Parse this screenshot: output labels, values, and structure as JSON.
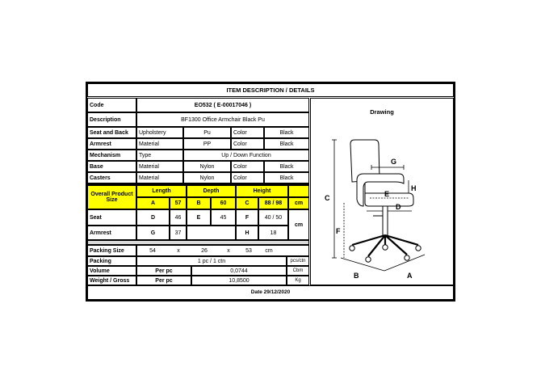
{
  "header": {
    "title": "ITEM DESCRIPTION / DETAILS"
  },
  "code": {
    "label": "Code",
    "value": "EO532  ( E-00017046 )"
  },
  "drawing": {
    "label": "Drawing",
    "letters": {
      "A": "A",
      "B": "B",
      "C": "C",
      "D": "D",
      "E": "E",
      "F": "F",
      "G": "G",
      "H": "H"
    }
  },
  "description": {
    "label": "Description",
    "value": "BF1300 Office Armchair Black Pu"
  },
  "materials": [
    {
      "part": "Seat and Back",
      "type": "Upholstery",
      "value": "Pu",
      "color_label": "Color",
      "color": "Black"
    },
    {
      "part": "Armrest",
      "type": "Material",
      "value": "PP",
      "color_label": "Color",
      "color": "Black"
    },
    {
      "part": "Mechanism",
      "type": "Type",
      "value": "Up / Down Function",
      "color_label": "",
      "color": ""
    },
    {
      "part": "Base",
      "type": "Material",
      "value": "Nylon",
      "color_label": "Color",
      "color": "Black"
    },
    {
      "part": "Casters",
      "type": "Material",
      "value": "Nylon",
      "color_label": "Color",
      "color": "Black"
    }
  ],
  "dimensions": {
    "overall_label": "Overall Product Size",
    "length_label": "Length",
    "depth_label": "Depth",
    "height_label": "Height",
    "a_label": "A",
    "a_value": "57",
    "b_label": "B",
    "b_value": "60",
    "c_label": "C",
    "c_value": "88 / 98",
    "unit_cm": "cm",
    "seat_label": "Seat",
    "d_label": "D",
    "d_value": "46",
    "e_label": "E",
    "e_value": "45",
    "f_label": "F",
    "f_value": "40 / 50",
    "armrest_label": "Armrest",
    "g_label": "G",
    "g_value": "37",
    "h_label": "H",
    "h_value": "18",
    "unit_cm2": "cm"
  },
  "packing": {
    "size_label": "Packing Size",
    "l": "54",
    "x1": "x",
    "w": "26",
    "x2": "x",
    "h": "53",
    "unit": "cm",
    "packing_label": "Packing",
    "packing_value": "1 pc / 1 ctn",
    "packing_unit": "pcs/ctn",
    "volume_label": "Volume",
    "volume_per": "Per pc",
    "volume_value": "0,0744",
    "volume_unit": "Cbm",
    "weight_label": "Weight / Gross",
    "weight_per": "Per pc",
    "weight_value": "10,8500",
    "weight_unit": "Kg"
  },
  "footer": {
    "date": "Date 29/12/2020"
  }
}
